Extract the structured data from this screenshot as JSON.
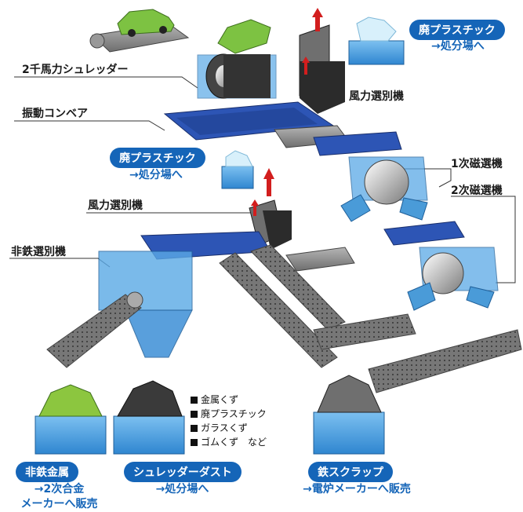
{
  "labels": {
    "shredder": "2千馬力シュレッダー",
    "vibrating_conveyor": "振動コンベア",
    "wind_sorter_top": "風力選別機",
    "wind_sorter_mid": "風力選別機",
    "nonferrous_sorter": "非鉄選別機",
    "magnet_1": "1次磁選機",
    "magnet_2": "2次磁選機"
  },
  "callouts": {
    "plastic_top": {
      "title": "廃プラスチック",
      "sub": "→処分場へ"
    },
    "plastic_mid": {
      "title": "廃プラスチック",
      "sub": "→処分場へ"
    }
  },
  "outputs": {
    "nonferrous": {
      "title": "非鉄金属",
      "sub1": "→2次合金",
      "sub2": "メーカーへ販売"
    },
    "shredder_dust": {
      "title": "シュレッダーダスト",
      "sub1": "→処分場へ"
    },
    "iron_scrap": {
      "title": "鉄スクラップ",
      "sub1": "→電炉メーカーへ販売"
    }
  },
  "legend": [
    "金属くず",
    "廃プラスチック",
    "ガラスくず",
    "ゴムくず　など"
  ],
  "colors": {
    "brand_blue": "#1565b8",
    "box_blue": "#5aa9e6",
    "conveyor_gray": "#8a8a8a",
    "car_green": "#7dc242",
    "sorter_dark": "#2b2b2b",
    "arrow_red": "#d21e1e"
  }
}
